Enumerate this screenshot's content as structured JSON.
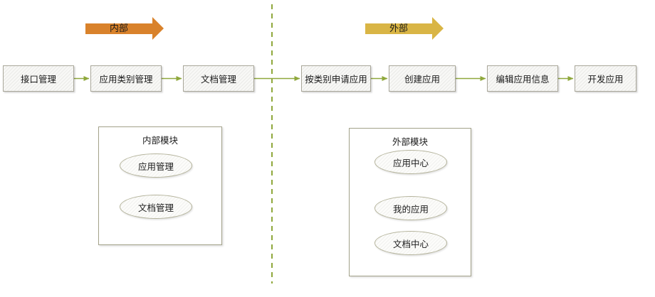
{
  "banners": {
    "internal": {
      "label": "内部",
      "color": "#D9822B"
    },
    "external": {
      "label": "外部",
      "color": "#D9B545"
    }
  },
  "flow": {
    "internal_steps": [
      {
        "label": "接口管理"
      },
      {
        "label": "应用类别管理"
      },
      {
        "label": "文档管理"
      }
    ],
    "external_steps": [
      {
        "label": "按类别申请应用"
      },
      {
        "label": "创建应用"
      },
      {
        "label": "编辑应用信息"
      },
      {
        "label": "开发应用"
      }
    ]
  },
  "modules": {
    "internal": {
      "title": "内部模块",
      "items": [
        {
          "label": "应用管理"
        },
        {
          "label": "文档管理"
        }
      ]
    },
    "external": {
      "title": "外部模块",
      "items": [
        {
          "label": "应用中心"
        },
        {
          "label": "我的应用"
        },
        {
          "label": "文档中心"
        }
      ]
    }
  },
  "colors": {
    "connector": "#8FA83C",
    "internal_banner": "#D9822B",
    "external_banner": "#D9B545",
    "box_border": "#A9A79A",
    "container_border": "#A3A28A",
    "ellipse_border": "#B5B49C"
  }
}
